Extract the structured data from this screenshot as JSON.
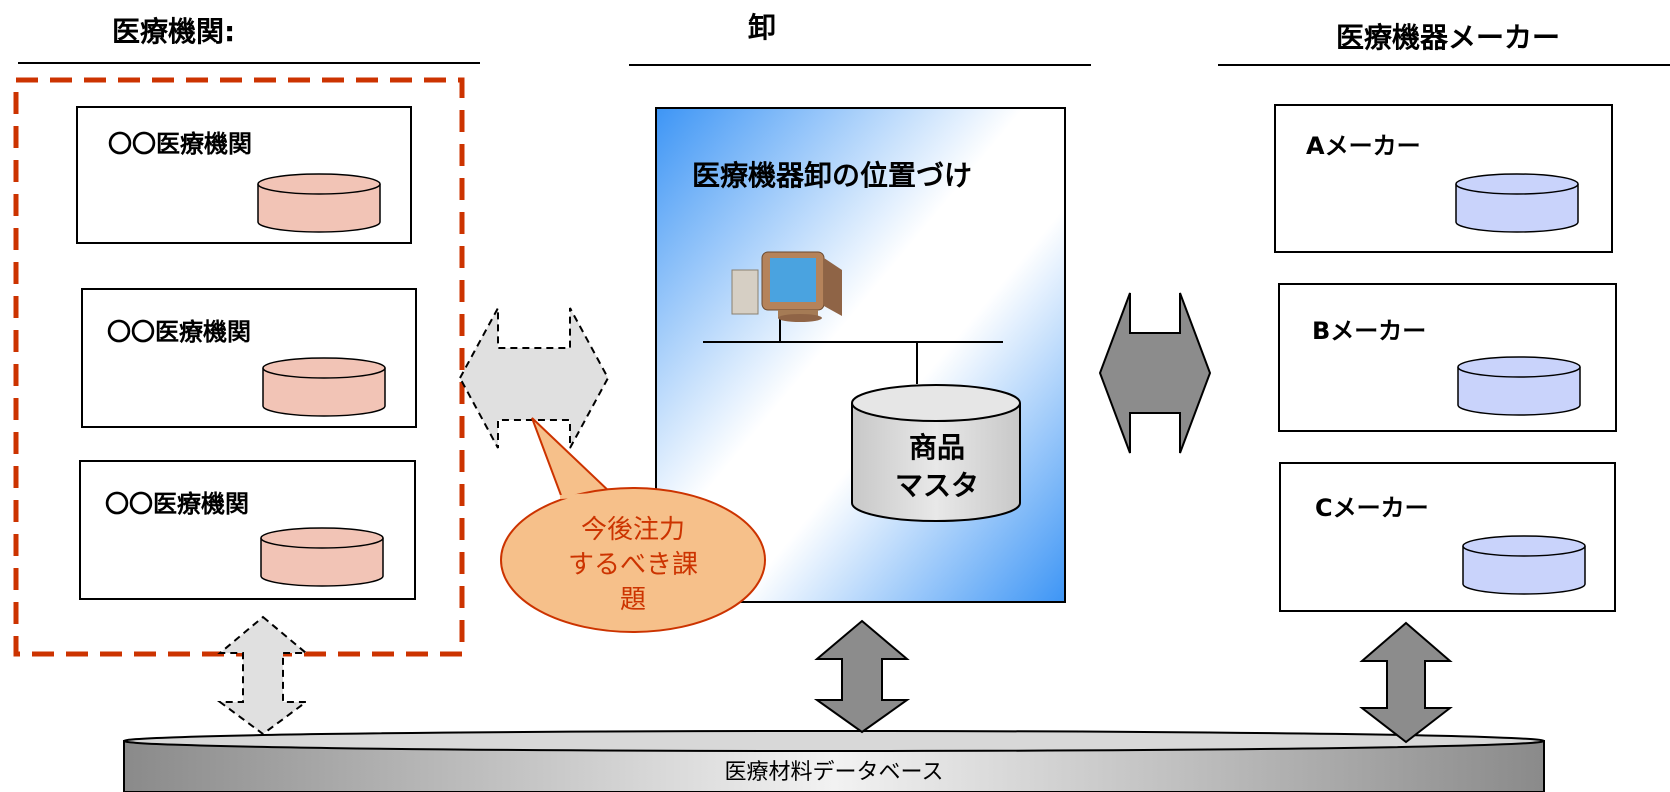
{
  "headers": {
    "medical_institutions": "医療機関:",
    "wholesaler": "卸",
    "manufacturers": "医療機器メーカー"
  },
  "institutions": [
    {
      "label": "〇〇医療機関"
    },
    {
      "label": "〇〇医療機関"
    },
    {
      "label": "〇〇医療機関"
    }
  ],
  "wholesaler_box": {
    "title": "医療機器卸の位置づけ",
    "db_label_line1": "商品",
    "db_label_line2": "マスタ"
  },
  "makers": [
    {
      "label": "Aメーカー"
    },
    {
      "label": "Bメーカー"
    },
    {
      "label": "Cメーカー"
    }
  ],
  "callout": {
    "line1": "今後注力",
    "line2": "するべき課",
    "line3": "題"
  },
  "database": {
    "label": "医療材料データベース"
  },
  "colors": {
    "institution_cylinder": "#f2c4b6",
    "maker_cylinder": "#c9d3fb",
    "dashed_border": "#cc3300",
    "callout_fill": "#f6c08a",
    "callout_text": "#cc3300",
    "solid_arrow": "#8c8c8c",
    "dashed_arrow_fill": "#e0e0e0"
  },
  "icons": {
    "computer": "computer-icon"
  }
}
